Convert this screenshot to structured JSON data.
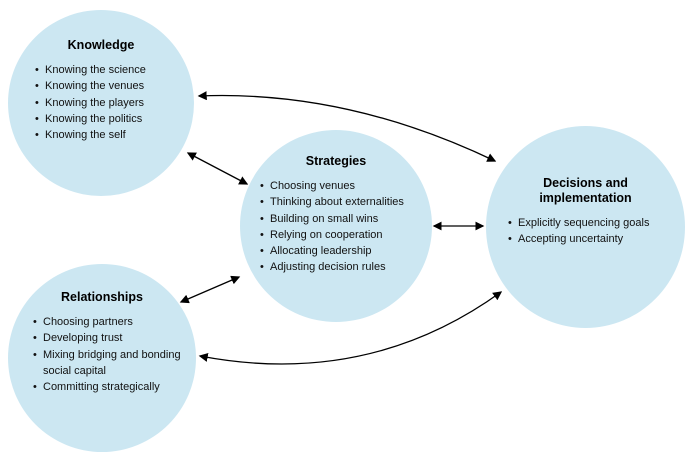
{
  "nodes": {
    "knowledge": {
      "title": "Knowledge",
      "items": [
        "Knowing the science",
        "Knowing the venues",
        "Knowing the players",
        "Knowing the politics",
        "Knowing the self"
      ]
    },
    "relationships": {
      "title": "Relationships",
      "items": [
        "Choosing partners",
        "Developing trust",
        "Mixing bridging and bonding social capital",
        "Committing strategically"
      ]
    },
    "strategies": {
      "title": "Strategies",
      "items": [
        "Choosing venues",
        "Thinking about externalities",
        "Building on small wins",
        "Relying on cooperation",
        "Allocating leadership",
        "Adjusting decision rules"
      ]
    },
    "decisions": {
      "title": "Decisions and implementation",
      "items": [
        "Explicitly sequencing goals",
        "Accepting uncertainty"
      ]
    }
  },
  "connections": [
    {
      "from": "knowledge",
      "to": "strategies",
      "bidirectional": true
    },
    {
      "from": "knowledge",
      "to": "decisions",
      "bidirectional": true
    },
    {
      "from": "relationships",
      "to": "strategies",
      "bidirectional": true
    },
    {
      "from": "relationships",
      "to": "decisions",
      "bidirectional": true
    },
    {
      "from": "strategies",
      "to": "decisions",
      "bidirectional": true
    }
  ],
  "colors": {
    "node_fill": "#cce7f2",
    "arrow": "#000000"
  }
}
